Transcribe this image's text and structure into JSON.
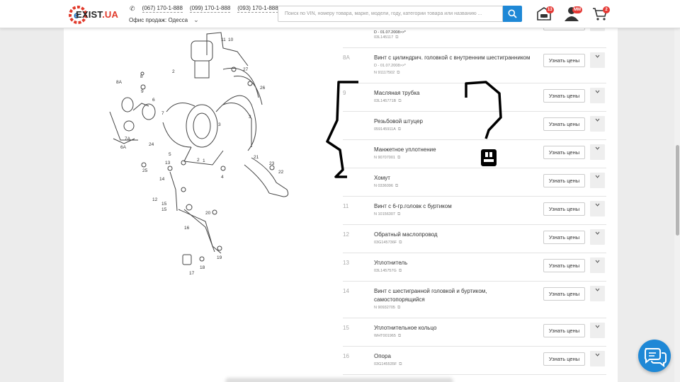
{
  "header": {
    "logo_text": "EXIST",
    "logo_suffix": ".UA",
    "phones": [
      "(067) 170-1-888",
      "(099) 170-1-888",
      "(093) 170-1-888"
    ],
    "office_label": "Офис продаж: Одесса",
    "search_placeholder": "Поиск по VIN, номеру товара, марке, модели, году, категории товара или названию ...",
    "garage_badge": "13",
    "profile_badge": "ММ",
    "cart_badge": "2"
  },
  "colors": {
    "accent": "#1e88d6",
    "badge": "#e53935",
    "logo_red": "#e13a2b"
  },
  "diagram": {
    "callouts": [
      "1",
      "2",
      "3",
      "4",
      "5",
      "6",
      "6A",
      "7",
      "7A",
      "8",
      "8A",
      "9",
      "10",
      "11",
      "12",
      "13",
      "14",
      "15",
      "15",
      "16",
      "17",
      "18",
      "19",
      "20",
      "21",
      "22",
      "23",
      "24",
      "25",
      "26",
      "27",
      "2",
      "3"
    ]
  },
  "parts": {
    "button_label": "Узнать цены",
    "rows": [
      {
        "num": "",
        "name": "D - 01.07.2008>>*",
        "code": "03L145117"
      },
      {
        "num": "8A",
        "name": "Винт с цилиндрич. головкой с внутренним шестигранником",
        "sub": "D - 01.07.2008>>*",
        "code": "N 91117502"
      },
      {
        "num": "9",
        "name": "Масляная трубка",
        "code": "03L145771B"
      },
      {
        "num": "",
        "name": "Резьбовой штуцер",
        "code": "059145911A"
      },
      {
        "num": "",
        "name": "Манжетное уплотнение",
        "code": "N 90707001"
      },
      {
        "num": "",
        "name": "Хомут",
        "code": "N 0336096"
      },
      {
        "num": "11",
        "name": "Винт с 6-гр.головк с буртиком",
        "code": "N 10156307"
      },
      {
        "num": "12",
        "name": "Обратный маслопровод",
        "code": "03G145736F"
      },
      {
        "num": "13",
        "name": "Уплотнитель",
        "code": "03L145757G"
      },
      {
        "num": "14",
        "name": "Винт с шестигранной головкой и буртиком, самостопорящийся",
        "code": "N 90932705"
      },
      {
        "num": "15",
        "name": "Уплотнительное кольцо",
        "code": "WHT001965"
      },
      {
        "num": "16",
        "name": "Опора",
        "code": "03G145535F"
      }
    ]
  }
}
